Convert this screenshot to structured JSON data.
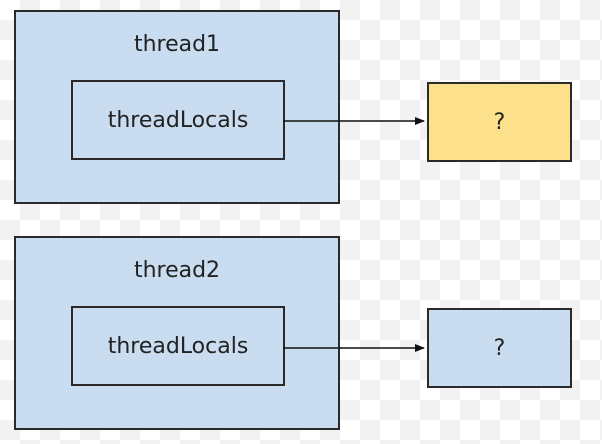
{
  "colors": {
    "box_blue": "#c9dcf0",
    "box_highlight": "#fde08c",
    "border": "#2a2a2a"
  },
  "threads": [
    {
      "title": "thread1",
      "locals_label": "threadLocals",
      "value_label": "?",
      "value_highlighted": true
    },
    {
      "title": "thread2",
      "locals_label": "threadLocals",
      "value_label": "?",
      "value_highlighted": false
    }
  ]
}
